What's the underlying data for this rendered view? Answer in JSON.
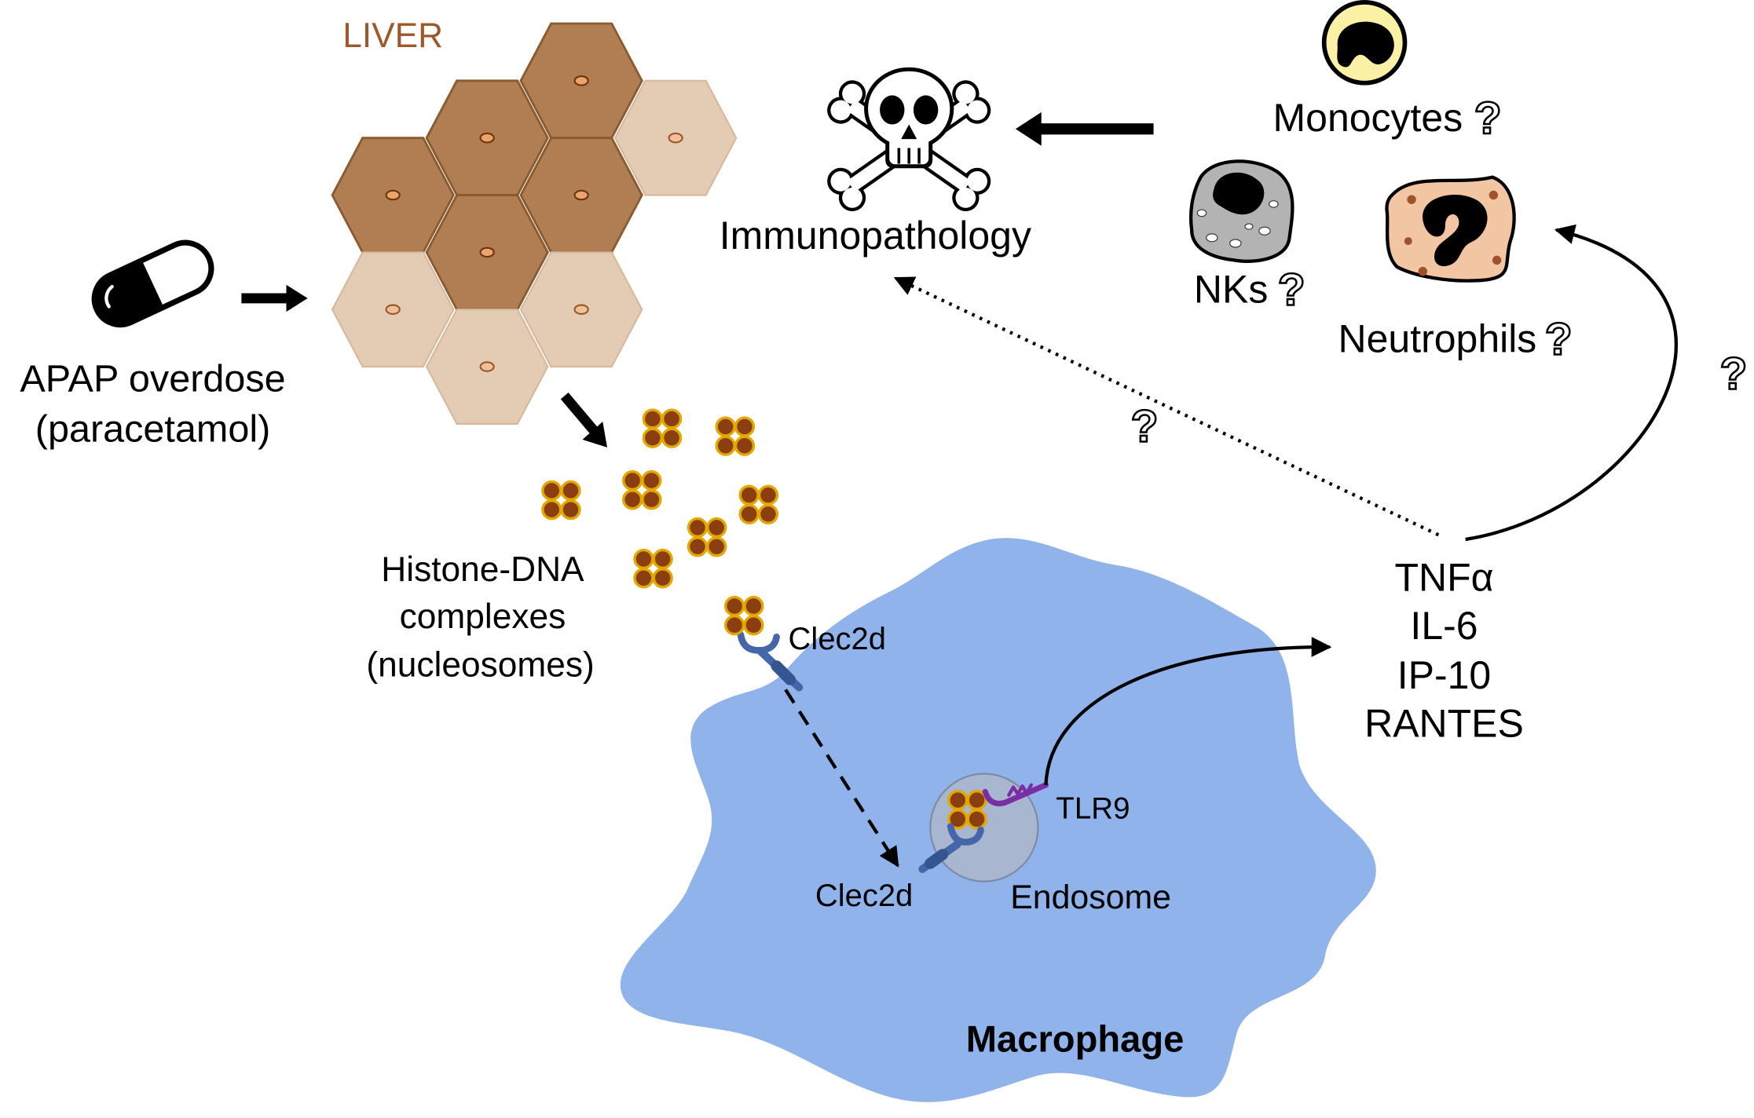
{
  "diagram": {
    "drug": {
      "name": "APAP overdose",
      "generic": "(paracetamol)"
    },
    "liver": {
      "label": "LIVER"
    },
    "nucleosomes": {
      "line1": "Histone-DNA",
      "line2": "complexes",
      "line3": "(nucleosomes)"
    },
    "macrophage": {
      "label": "Macrophage",
      "surface_receptor": "Clec2d",
      "endosome_receptor": "Clec2d",
      "tlr": "TLR9",
      "endosome": "Endosome"
    },
    "cytokines": [
      "TNFα",
      "IL-6",
      "IP-10",
      "RANTES"
    ],
    "outcome": "Immunopathology",
    "immune_cells": {
      "monocytes": "Monocytes",
      "nks": "NKs",
      "neutrophils": "Neutrophils"
    },
    "uncertain_marker": "?"
  },
  "icons": [
    "pill-icon",
    "skull-crossbones-icon",
    "monocyte-icon",
    "nk-cell-icon",
    "neutrophil-icon"
  ],
  "colors": {
    "liver_label": "#9c5a2b",
    "hepatocyte_dark": "#b07e52",
    "hepatocyte_light": "#e4cbb3",
    "nucleosome_fill": "#8b3f10",
    "nucleosome_outline": "#e3a800",
    "macrophage": "#8fb3ea",
    "clec2d": "#4566a8",
    "tlr9": "#7a2ea6",
    "endosome": "#a9b6cf",
    "monocyte": "#fbf1a6",
    "nk_cell": "#b3b3b3",
    "neutrophil": "#f3c6a3"
  }
}
